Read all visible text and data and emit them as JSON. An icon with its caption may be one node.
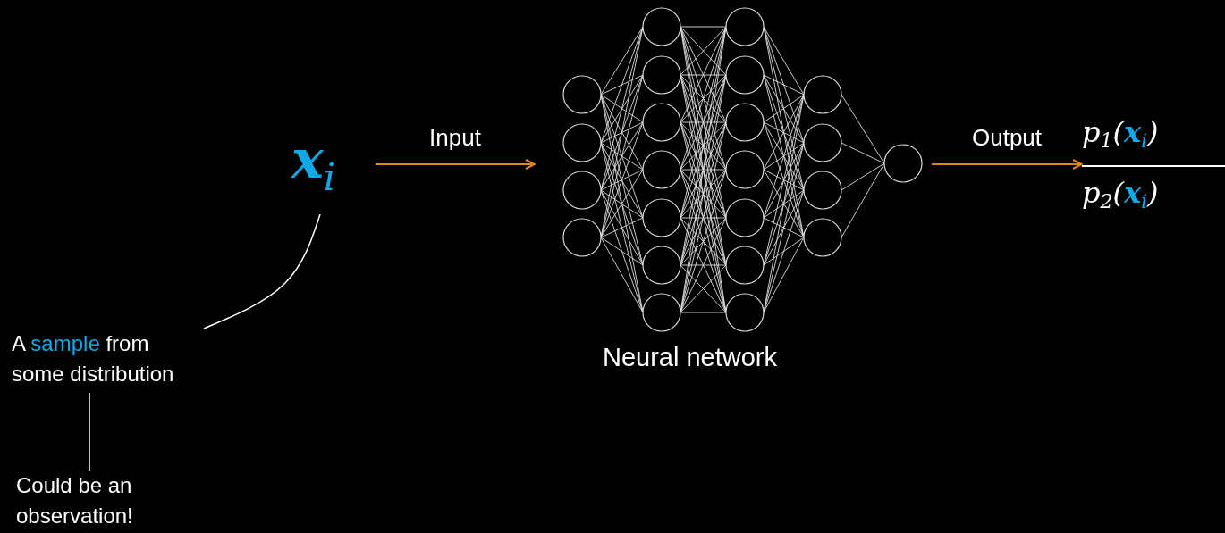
{
  "diagram": {
    "nodes": [
      {
        "text": [
          "x$_{i}$"
        ]
      },
      {
        "text": [],
        "shape": "picture",
        "beside": [
          "Neural network"
        ]
      },
      {
        "text": [
          "p$_{1}$(**x**$_{i}$)",
          "p$_{2}$(**x**$_{i}$)"
        ]
      },
      {
        "text": [
          "A **sample** from some distribution"
        ]
      },
      {
        "text": [
          "Could be an observation!"
        ]
      }
    ],
    "edges": [
      {
        "from": 0,
        "to": 1,
        "arrow": "to",
        "label": "Input",
        "color": "#e0851c"
      },
      {
        "from": 1,
        "to": 2,
        "arrow": "to",
        "label": "Output",
        "color": "#e0851c"
      },
      {
        "from": 3,
        "to": 0,
        "arrow": "none",
        "color": "#ffffff"
      },
      {
        "from": 4,
        "to": 3,
        "arrow": "none",
        "color": "#ffffff"
      }
    ]
  }
}
